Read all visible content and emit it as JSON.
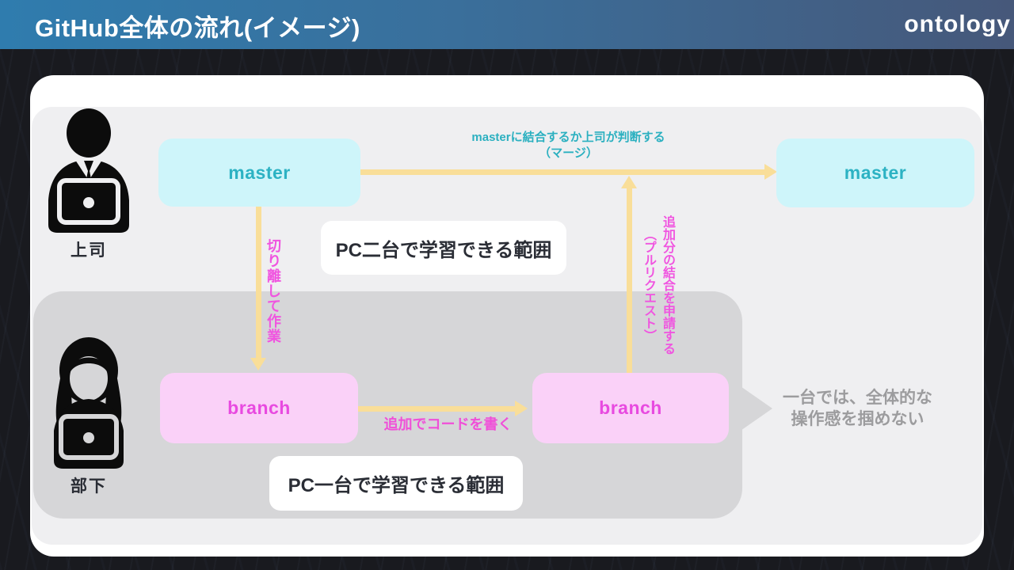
{
  "header": {
    "title": "GitHub全体の流れ(イメージ)",
    "logo": "ontology"
  },
  "actors": {
    "boss": {
      "label": "上司",
      "icon": "businessman-laptop-icon"
    },
    "subordinate": {
      "label": "部下",
      "icon": "woman-laptop-icon"
    }
  },
  "nodes": {
    "master_left": {
      "label": "master"
    },
    "master_right": {
      "label": "master"
    },
    "branch_left": {
      "label": "branch"
    },
    "branch_right": {
      "label": "branch"
    }
  },
  "annotations": {
    "merge_line1": "masterに結合するか上司が判断する",
    "merge_line2": "（マージ）",
    "detach": "切り離して作業",
    "pull_request_main": "追加分の結合を申請する",
    "pull_request_paren": "（プルリクエスト）",
    "write_code": "追加でコードを書く",
    "scope_two_pc": "PC二台で学習できる範囲",
    "scope_one_pc": "PC一台で学習できる範囲",
    "grasp_line1": "一台では、全体的な",
    "grasp_line2": "操作感を掴めない"
  },
  "colors": {
    "header_gradient_left": "#2f7cae",
    "header_gradient_right": "#46587a",
    "background": "#191a1f",
    "card": "#ffffff",
    "panel_light": "#efeff1",
    "panel_dark": "#d6d6d8",
    "master_bg": "#cef5fa",
    "master_text": "#2cb2c3",
    "branch_bg": "#fad1f8",
    "branch_text": "#e84ae0",
    "arrow": "#f9de99",
    "teal_note": "#2bb0c0",
    "magenta_note": "#f04fd8",
    "gray_note": "#9c9c9e"
  }
}
